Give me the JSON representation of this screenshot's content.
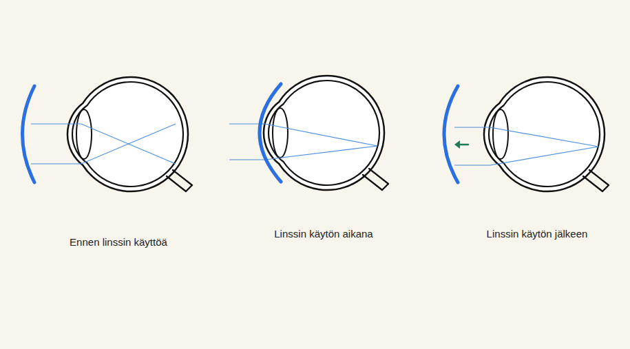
{
  "diagram": {
    "labels": [
      "Ennen linssin käyttöä",
      "Linssin käytön aikana",
      "Linssin käytön jälkeen"
    ]
  }
}
